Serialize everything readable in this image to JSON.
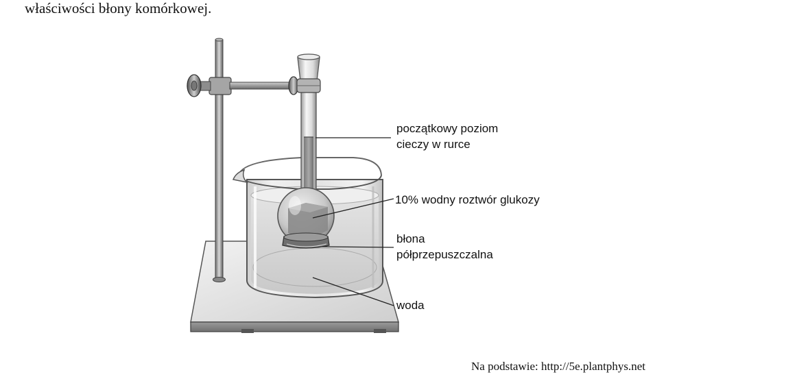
{
  "intro_text": "właściwości błony komórkowej.",
  "source_text": "Na podstawie: http://5e.plantphys.net",
  "labels": {
    "initial_level_line1": "początkowy poziom",
    "initial_level_line2": "cieczy w rurce",
    "glucose_solution": "10% wodny roztwór glukozy",
    "membrane_line1": "błona",
    "membrane_line2": "półprzepuszczalna",
    "water": "woda"
  }
}
